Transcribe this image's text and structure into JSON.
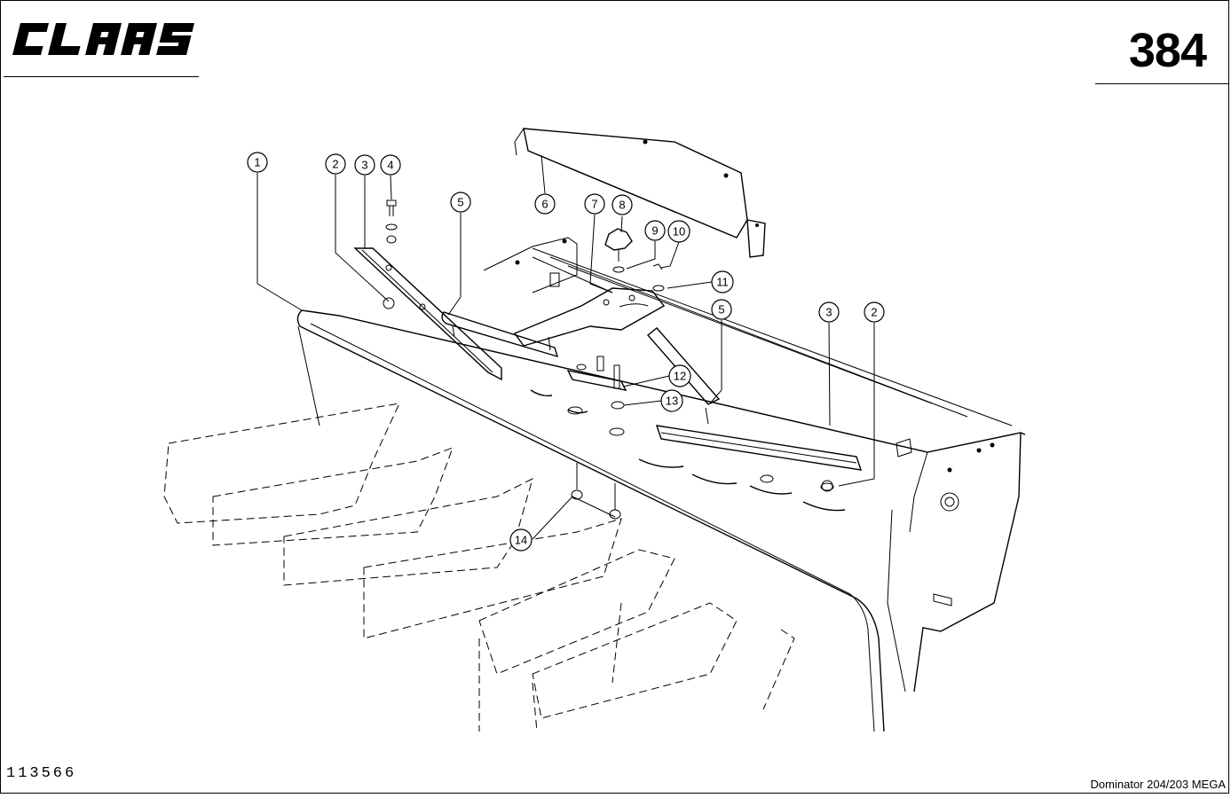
{
  "header": {
    "brand": "CLAAS",
    "page_number": "384"
  },
  "footer": {
    "drawing_number": "113566",
    "model": "Dominator 204/203 MEGA"
  },
  "callouts": [
    "1",
    "2",
    "3",
    "4",
    "5",
    "6",
    "7",
    "8",
    "9",
    "10",
    "11",
    "12",
    "13",
    "14",
    "5",
    "3",
    "2"
  ]
}
